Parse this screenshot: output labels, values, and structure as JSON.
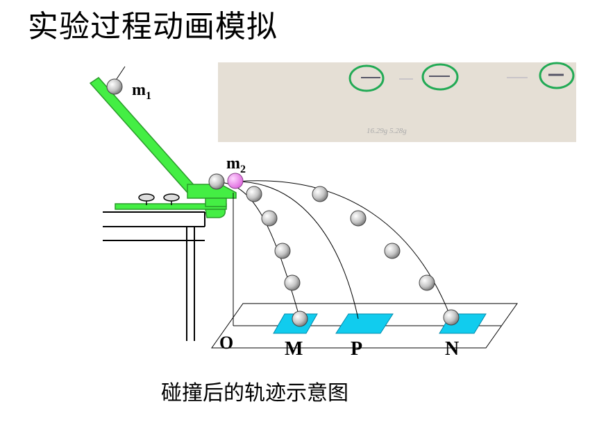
{
  "title": "实验过程动画模拟",
  "caption": "碰撞后的轨迹示意图",
  "labels": {
    "m1": "m",
    "m1_sub": "1",
    "m2": "m",
    "m2_sub": "2",
    "O": "O",
    "M": "M",
    "P": "P",
    "N": "N"
  },
  "photo": {
    "handwriting": "16.29g  5.28g"
  },
  "colors": {
    "ramp": "#44ee44",
    "target_ball": "#ee88ee",
    "landing_pad": "#11ccee",
    "circle_marker": "#22aa55"
  }
}
